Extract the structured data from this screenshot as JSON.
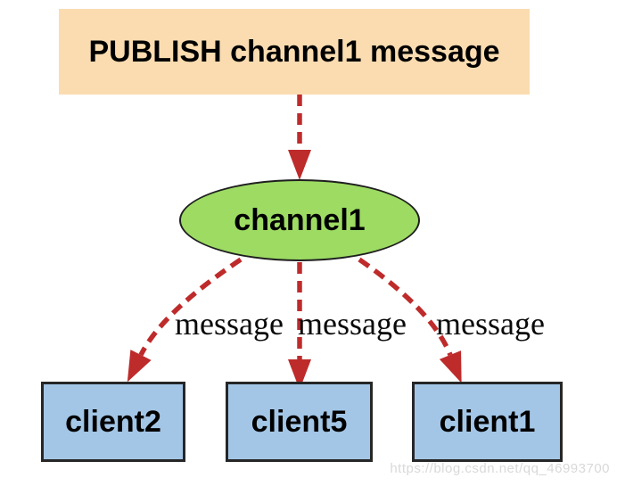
{
  "diagram": {
    "publisher": {
      "label": "PUBLISH channel1 message"
    },
    "channel": {
      "label": "channel1"
    },
    "subscribers": [
      {
        "label": "client2"
      },
      {
        "label": "client5"
      },
      {
        "label": "client1"
      }
    ],
    "edges": [
      {
        "from": "publisher",
        "to": "channel1",
        "label": ""
      },
      {
        "from": "channel1",
        "to": "client2",
        "label": "message"
      },
      {
        "from": "channel1",
        "to": "client5",
        "label": "message"
      },
      {
        "from": "channel1",
        "to": "client1",
        "label": "message"
      }
    ],
    "watermark": "https://blog.csdn.net/qq_46993700",
    "colors": {
      "publisher_fill": "#FADCB0",
      "channel_fill": "#9DDB63",
      "subscriber_fill": "#A3C6E7",
      "arrow": "#BE2B2B",
      "node_border": "#1F1F1F",
      "text": "#000000",
      "watermark": "#D9D9D9",
      "background": "#FFFFFF"
    }
  }
}
